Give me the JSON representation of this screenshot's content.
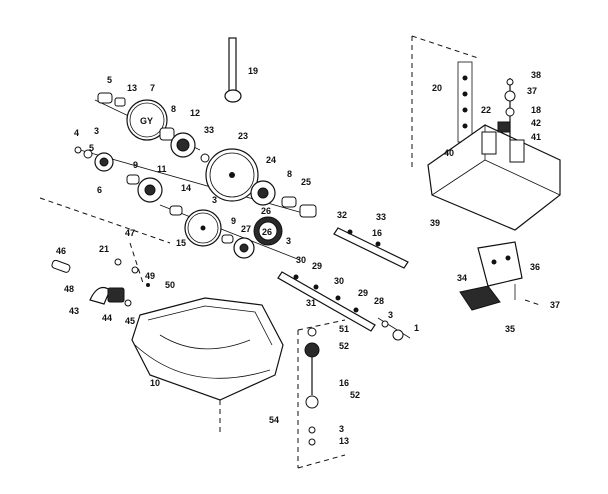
{
  "callouts": [
    "5",
    "13",
    "7",
    "3",
    "8",
    "12",
    "33",
    "4",
    "5",
    "9",
    "6",
    "11",
    "23",
    "24",
    "8",
    "25",
    "14",
    "9",
    "27",
    "15",
    "26",
    "3",
    "3",
    "32",
    "33",
    "16",
    "19",
    "47",
    "21",
    "46",
    "49",
    "48",
    "50",
    "43",
    "44",
    "45",
    "38",
    "37",
    "20",
    "22",
    "18",
    "42",
    "41",
    "40",
    "39",
    "36",
    "34",
    "35",
    "37",
    "30",
    "29",
    "30",
    "29",
    "28",
    "31",
    "3",
    "1",
    "10",
    "51",
    "52",
    "16",
    "52",
    "54",
    "3",
    "13"
  ],
  "gear_labels": [
    "GY",
    "26"
  ],
  "icons": [
    "exploded-parts-diagram"
  ]
}
